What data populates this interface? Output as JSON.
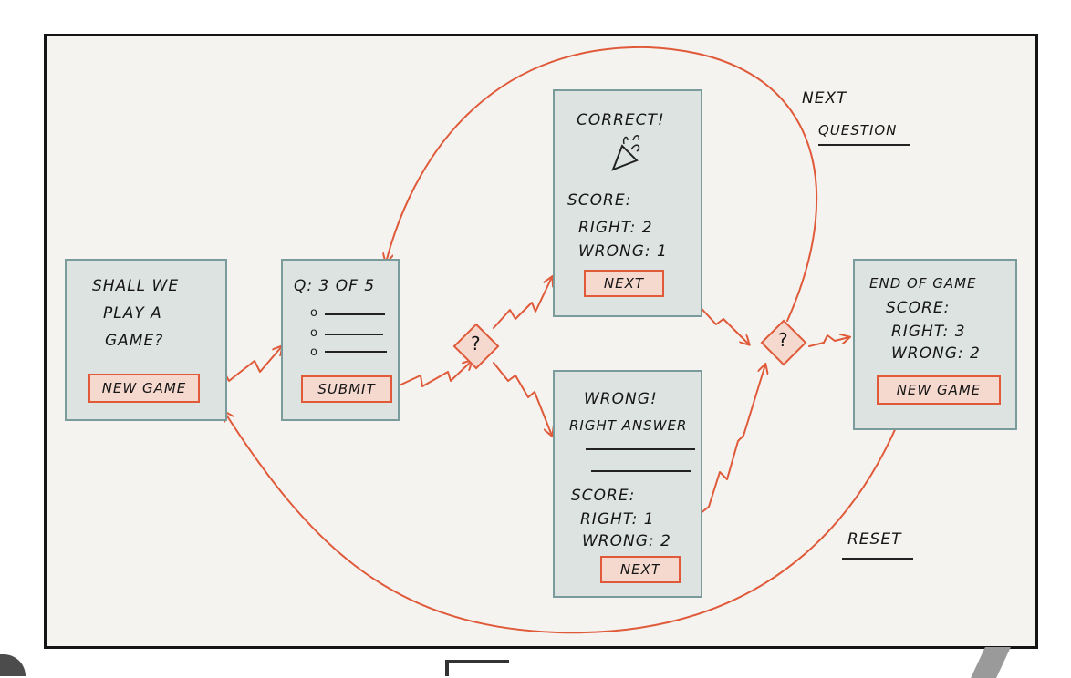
{
  "colors": {
    "accent": "#e05a3a",
    "screen_fill": "#dde3e1",
    "screen_border": "#7a9b9b",
    "button_fill": "#f5d9cf"
  },
  "start_screen": {
    "line1": "SHALL WE",
    "line2": "PLAY A",
    "line3": "GAME?",
    "button": "NEW GAME"
  },
  "question_screen": {
    "title": "Q: 3 OF 5",
    "option_marker": "o",
    "button": "SUBMIT"
  },
  "correct_screen": {
    "title": "CORRECT!",
    "score_label": "SCORE:",
    "right": "RIGHT: 2",
    "wrong": "WRONG: 1",
    "button": "NEXT"
  },
  "wrong_screen": {
    "title": "WRONG!",
    "subtitle": "RIGHT ANSWER",
    "score_label": "SCORE:",
    "right": "RIGHT: 1",
    "wrong": "WRONG: 2",
    "button": "NEXT"
  },
  "end_screen": {
    "title": "END OF GAME",
    "score_label": "SCORE:",
    "right": "RIGHT: 3",
    "wrong": "WRONG: 2",
    "button": "NEW GAME"
  },
  "decisions": {
    "answer_check": "?",
    "game_over_check": "?"
  },
  "edge_labels": {
    "next_question_1": "NEXT",
    "next_question_2": "QUESTION",
    "reset": "RESET"
  }
}
